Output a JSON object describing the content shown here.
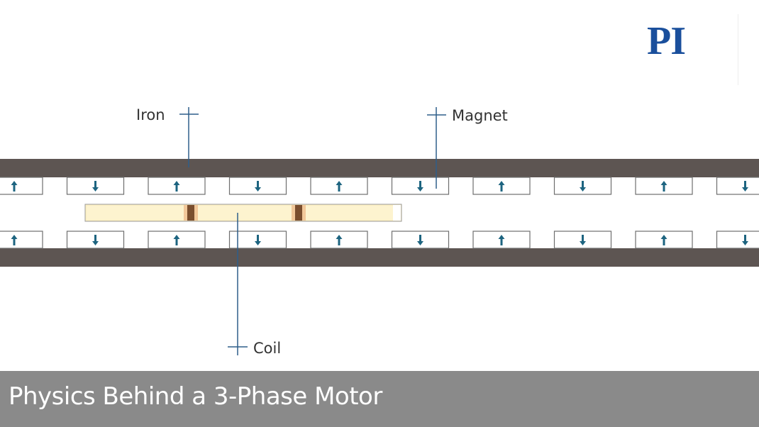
{
  "logo": {
    "text": "PI"
  },
  "labels": {
    "iron": "Iron",
    "magnet": "Magnet",
    "coil": "Coil"
  },
  "caption": "Physics Behind a 3-Phase Motor",
  "magnets": {
    "top_row": [
      "up",
      "down",
      "up",
      "down",
      "up",
      "down",
      "up",
      "down",
      "up",
      "down"
    ],
    "bottom_row": [
      "up",
      "down",
      "up",
      "down",
      "up",
      "down",
      "up",
      "down",
      "up",
      "down"
    ]
  },
  "colors": {
    "iron": "#5d5552",
    "arrow": "#1d6480",
    "leader": "#2f5f8a",
    "coil_fill": "#fbefc2",
    "coil_band": "#7a4e2e",
    "caption_bar": "#8a8a8a",
    "logo": "#1a4f9c"
  }
}
